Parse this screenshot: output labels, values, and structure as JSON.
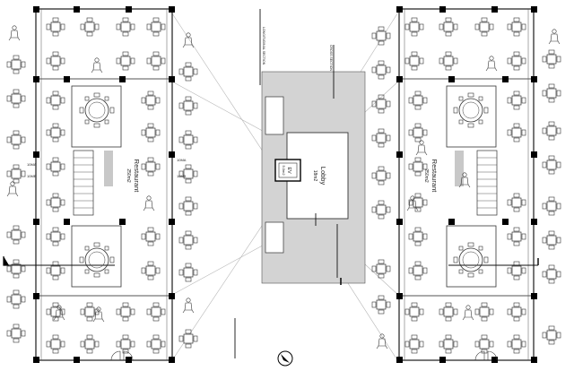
{
  "drawing": {
    "left_wing": {
      "name": "Restaurant",
      "area": "250m2"
    },
    "right_wing": {
      "name": "Restaurant",
      "area": "250m2"
    },
    "core": {
      "room": "Lobby",
      "room_area": "18m2",
      "elevator": "EV",
      "elevator_size": "5.0m2"
    },
    "section_marks": [
      "10MA",
      "10MB",
      "10MA",
      "10MB"
    ],
    "section_tag_left": "LONGITUDINAL SECTION",
    "section_tag_right": "CROSS SECTION"
  },
  "colors": {
    "line": "#1a1a1a",
    "wall": "#000000",
    "stair_fill": "#bdbdbd",
    "core_fill": "#cfcfcf",
    "guide": "#b5b5b5"
  }
}
